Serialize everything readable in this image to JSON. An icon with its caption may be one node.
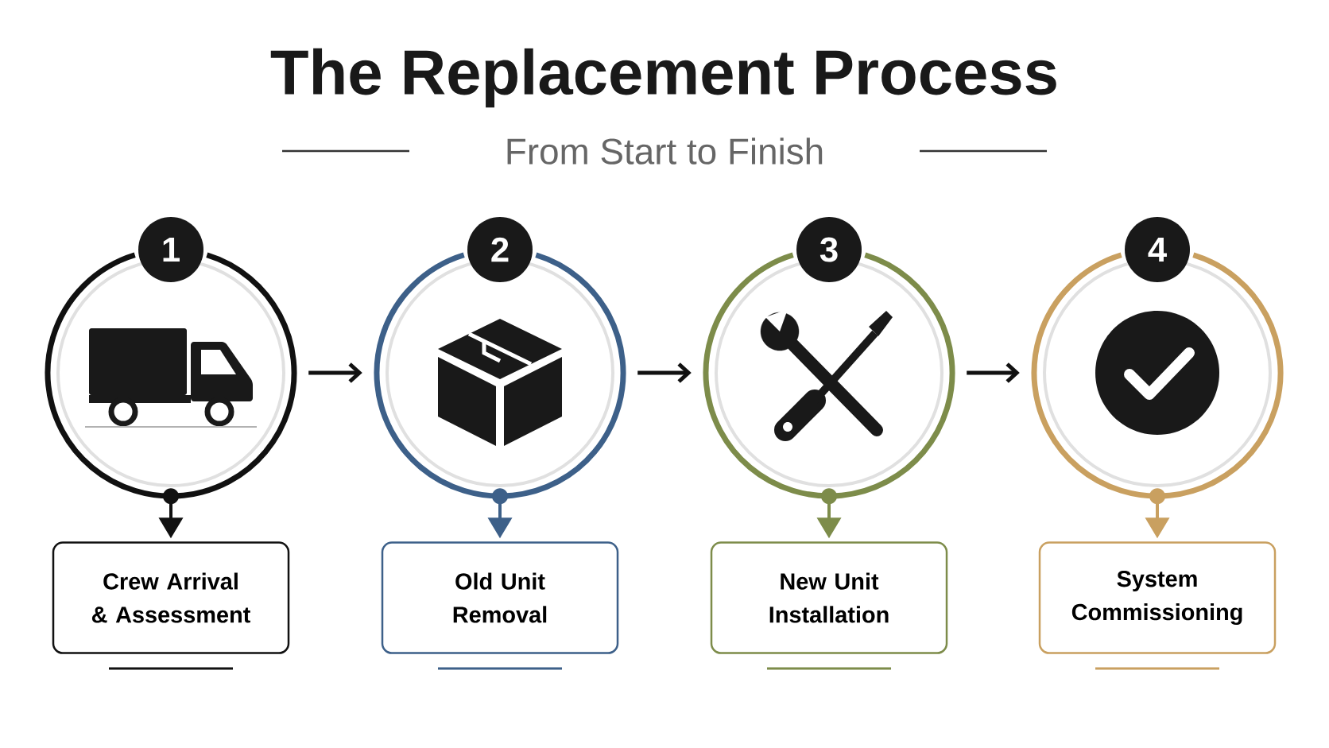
{
  "diagram": {
    "title": "The Replacement Process",
    "caption": "From Start to Finish",
    "nodes": [
      {
        "text": [
          "1"
        ]
      },
      {
        "text": [
          "2"
        ]
      },
      {
        "text": [
          "3"
        ]
      },
      {
        "text": [
          "4"
        ]
      },
      {
        "text": [
          "Crew Arrival & Assessment"
        ]
      },
      {
        "text": [
          "Old Unit Removal"
        ]
      },
      {
        "text": [
          "New Unit Installation"
        ]
      },
      {
        "text": [
          "System Commissioning"
        ]
      }
    ],
    "edges": [
      {
        "from": 0,
        "to": 4,
        "arrow": "to"
      },
      {
        "from": 0,
        "to": 1,
        "arrow": "to"
      },
      {
        "from": 1,
        "to": 5,
        "arrow": "to",
        "color": "#3d6089"
      },
      {
        "from": 1,
        "to": 2,
        "arrow": "to"
      },
      {
        "from": 2,
        "to": 6,
        "arrow": "to",
        "color": "#7d8c4a"
      },
      {
        "from": 2,
        "to": 3,
        "arrow": "to"
      },
      {
        "from": 3,
        "to": 7,
        "arrow": "to",
        "color": "#c9a060"
      }
    ]
  }
}
